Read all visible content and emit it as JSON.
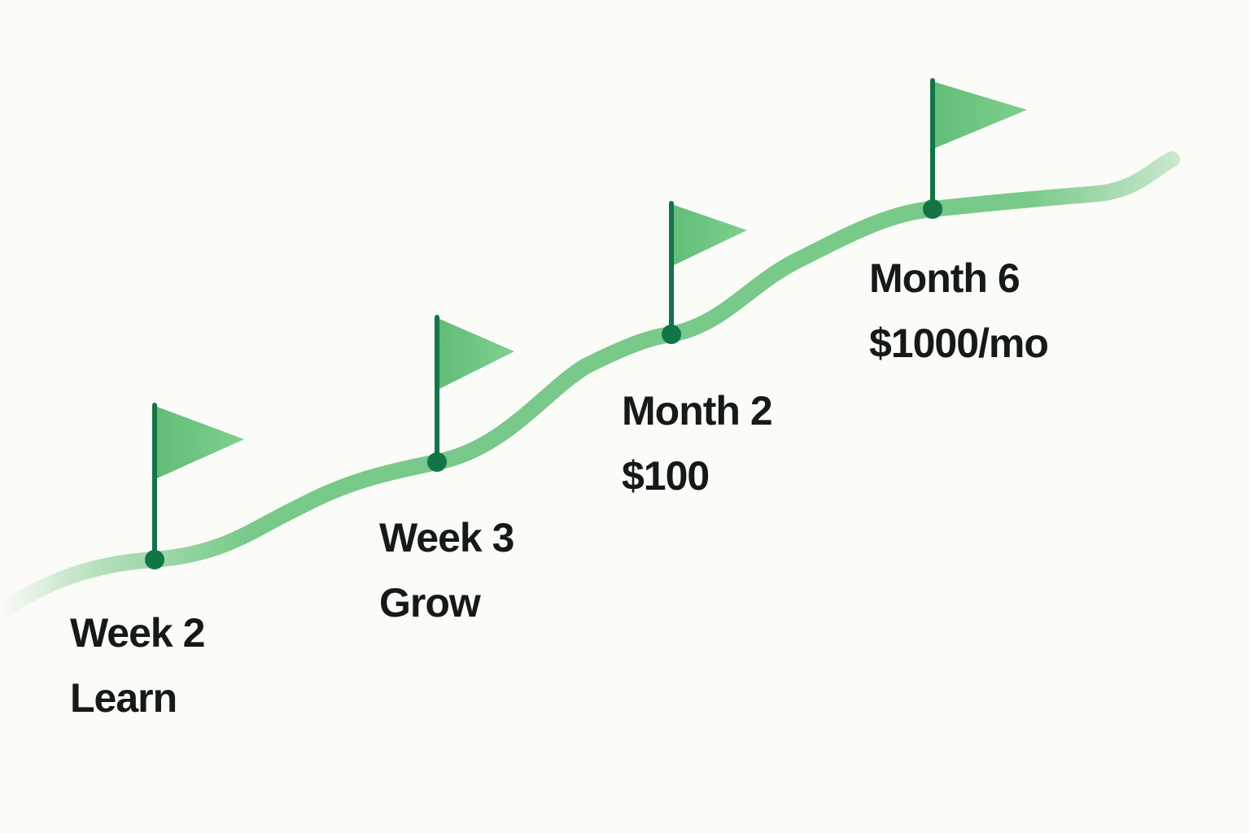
{
  "colors": {
    "background": "#fbfbf8",
    "path": "#79c98a",
    "flag": "#6fc483",
    "pole": "#137447",
    "text": "#141a17"
  },
  "milestones": [
    {
      "period": "Week 2",
      "caption": "Learn",
      "icon": "flag-icon"
    },
    {
      "period": "Week 3",
      "caption": "Grow",
      "icon": "flag-icon"
    },
    {
      "period": "Month 2",
      "caption": "$100",
      "icon": "flag-icon"
    },
    {
      "period": "Month 6",
      "caption": "$1000/mo",
      "icon": "flag-icon"
    }
  ]
}
